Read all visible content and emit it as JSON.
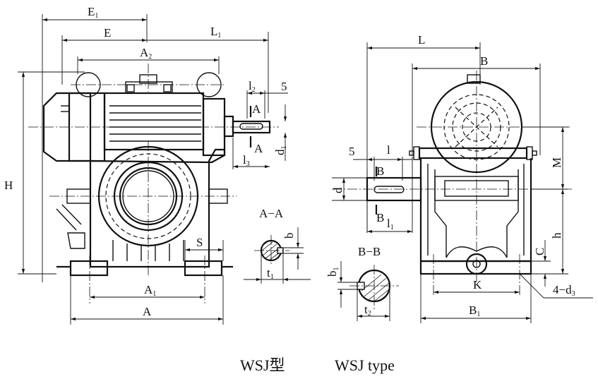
{
  "caption": {
    "cn": "WSJ型",
    "en": "WSJ type"
  },
  "front_view": {
    "E1": "E",
    "E1_sub": "1",
    "E": "E",
    "L1": "L",
    "L1_sub": "1",
    "A2": "A",
    "A2_sub": "2",
    "l2": "l",
    "l2_sub": "2",
    "five": "5",
    "A_top": "A",
    "A_bottom": "A",
    "d1": "d",
    "d1_sub": "1",
    "l3": "l",
    "l3_sub": "3",
    "H": "H",
    "S": "S",
    "A1": "A",
    "A1_sub": "1",
    "A": "A"
  },
  "section_aa": {
    "title": "A−A",
    "b": "b",
    "t1": "t",
    "t1_sub": "1"
  },
  "side_view": {
    "L": "L",
    "B": "B",
    "five": "5",
    "l": "l",
    "B_upper": "B",
    "d": "d",
    "B_lower": "B",
    "l1": "l",
    "l1_sub": "1",
    "M": "M",
    "h": "h",
    "C": "C",
    "K": "K",
    "B1": "B",
    "B1_sub": "1",
    "holes": "4−d",
    "holes_sub": "3"
  },
  "section_bb": {
    "title": "B−B",
    "b1": "b",
    "b1_sub": "1",
    "t2": "t",
    "t2_sub": "2"
  }
}
